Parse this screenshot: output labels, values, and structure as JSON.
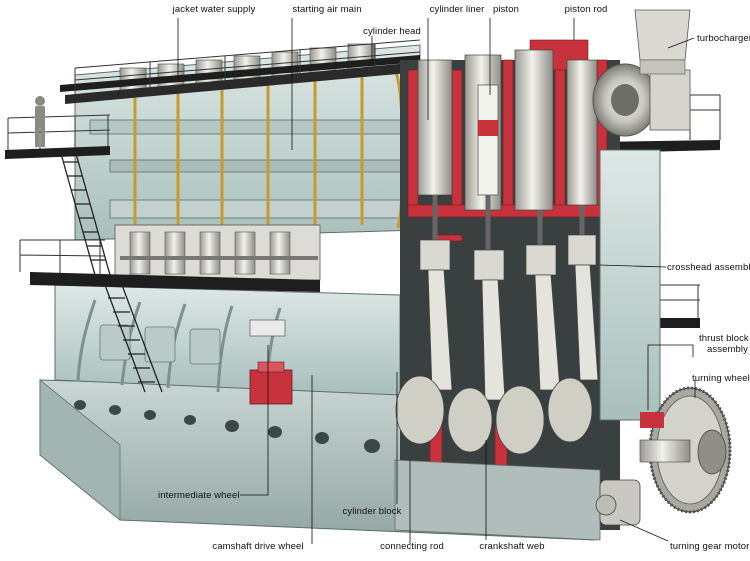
{
  "labels": {
    "jacket_water_supply": "jacket water supply",
    "starting_air_main": "starting air main",
    "cylinder_head": "cylinder head",
    "cylinder_liner": "cylinder liner",
    "piston": "piston",
    "piston_rod": "piston rod",
    "turbocharger": "turbocharger",
    "crosshead_assembly": "crosshead assembly",
    "thrust_block_line1": "thrust block",
    "thrust_block_line2": "assembly",
    "turning_wheel": "turning wheel",
    "intermediate_wheel": "intermediate wheel",
    "cylinder_block": "cylinder block",
    "camshaft_drive_wheel": "camshaft drive wheel",
    "connecting_rod": "connecting rod",
    "crankshaft_web": "crankshaft web",
    "turning_gear_motor": "turning gear motor"
  },
  "colors": {
    "casing": "#c9dad6",
    "casing_dark": "#8fa9a6",
    "casing_shadow": "#6f8a88",
    "cutaway_red": "#c8323c",
    "metal_light": "#e6e6e0",
    "metal_mid": "#bdbdb4",
    "platform": "#222222",
    "pipe_yellow": "#d6b23c",
    "base_gray": "#b7c4c2"
  }
}
